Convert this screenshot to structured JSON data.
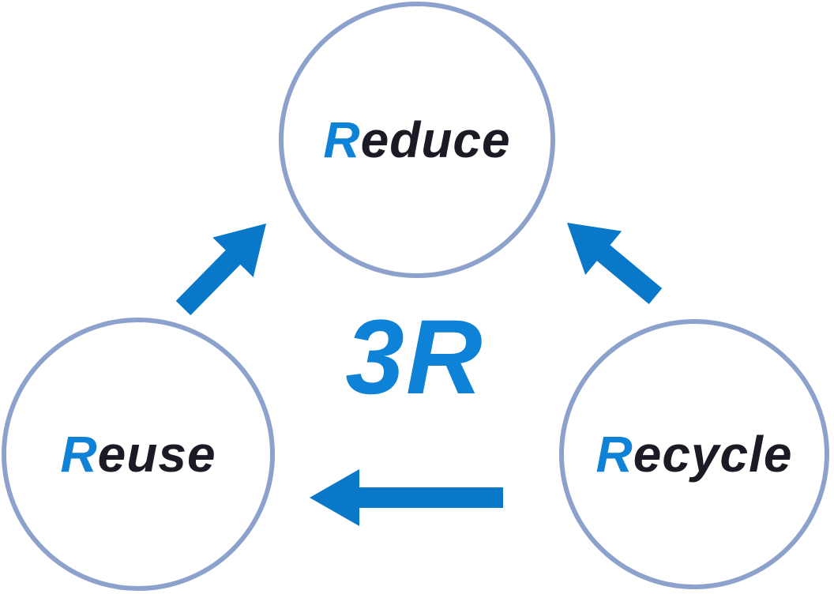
{
  "diagram": {
    "center_label": "3R",
    "nodes": [
      {
        "id": "reduce",
        "label": "Reduce",
        "first_letter": "R",
        "rest": "educe"
      },
      {
        "id": "reuse",
        "label": "Reuse",
        "first_letter": "R",
        "rest": "euse"
      },
      {
        "id": "recycle",
        "label": "Recycle",
        "first_letter": "R",
        "rest": "ecycle"
      }
    ],
    "arrows": [
      {
        "from": "reuse",
        "to": "reduce",
        "direction": "up-right"
      },
      {
        "from": "recycle",
        "to": "reduce",
        "direction": "up-left"
      },
      {
        "from": "recycle",
        "to": "reuse",
        "direction": "left"
      }
    ],
    "colors": {
      "accent_blue": "#0e82d6",
      "arrow_blue": "#0a78c8",
      "circle_border": "#8ca2cd",
      "text_dark": "#1b1b25",
      "background": "#ffffff"
    }
  }
}
